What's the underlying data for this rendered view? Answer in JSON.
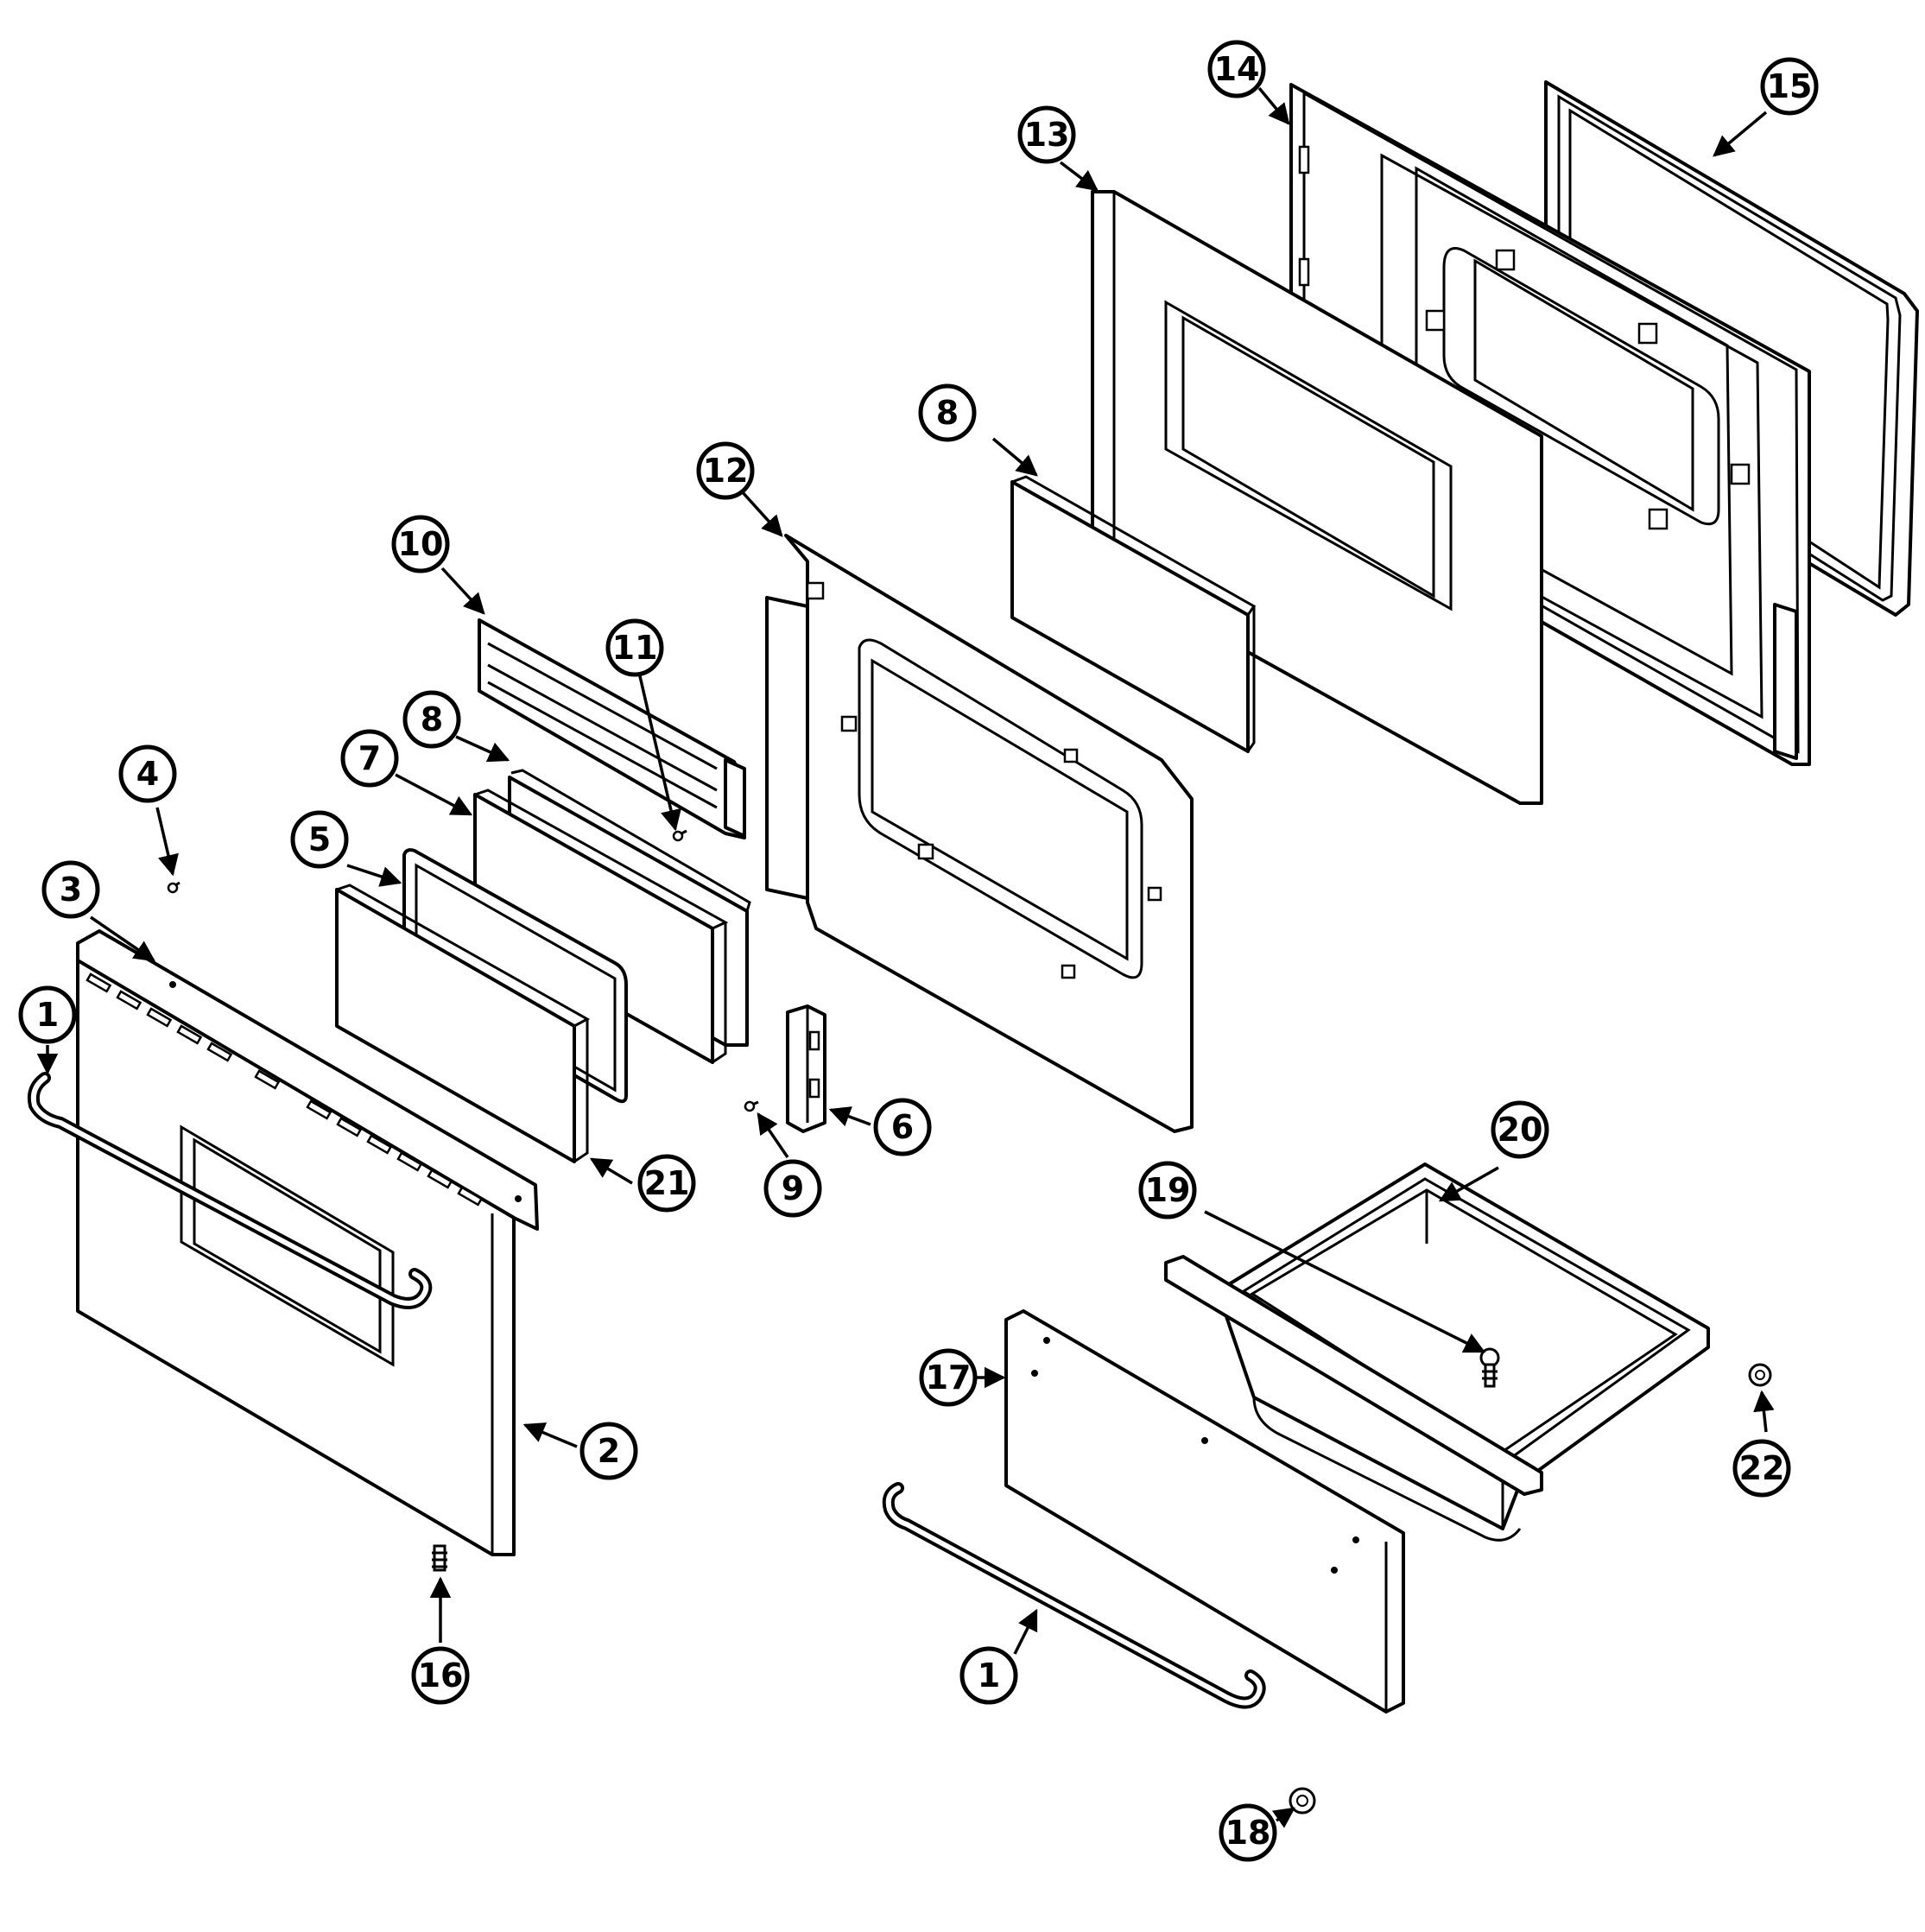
{
  "diagram": {
    "callouts": [
      {
        "id": "c1a",
        "label": "1"
      },
      {
        "id": "c2",
        "label": "2"
      },
      {
        "id": "c3",
        "label": "3"
      },
      {
        "id": "c4",
        "label": "4"
      },
      {
        "id": "c5",
        "label": "5"
      },
      {
        "id": "c6",
        "label": "6"
      },
      {
        "id": "c7",
        "label": "7"
      },
      {
        "id": "c8a",
        "label": "8"
      },
      {
        "id": "c9",
        "label": "9"
      },
      {
        "id": "c10",
        "label": "10"
      },
      {
        "id": "c11",
        "label": "11"
      },
      {
        "id": "c12",
        "label": "12"
      },
      {
        "id": "c13",
        "label": "13"
      },
      {
        "id": "c14",
        "label": "14"
      },
      {
        "id": "c15",
        "label": "15"
      },
      {
        "id": "c16",
        "label": "16"
      },
      {
        "id": "c17",
        "label": "17"
      },
      {
        "id": "c18",
        "label": "18"
      },
      {
        "id": "c19",
        "label": "19"
      },
      {
        "id": "c20",
        "label": "20"
      },
      {
        "id": "c21",
        "label": "21"
      },
      {
        "id": "c22",
        "label": "22"
      },
      {
        "id": "c8b",
        "label": "8"
      },
      {
        "id": "c1b",
        "label": "1"
      }
    ]
  }
}
